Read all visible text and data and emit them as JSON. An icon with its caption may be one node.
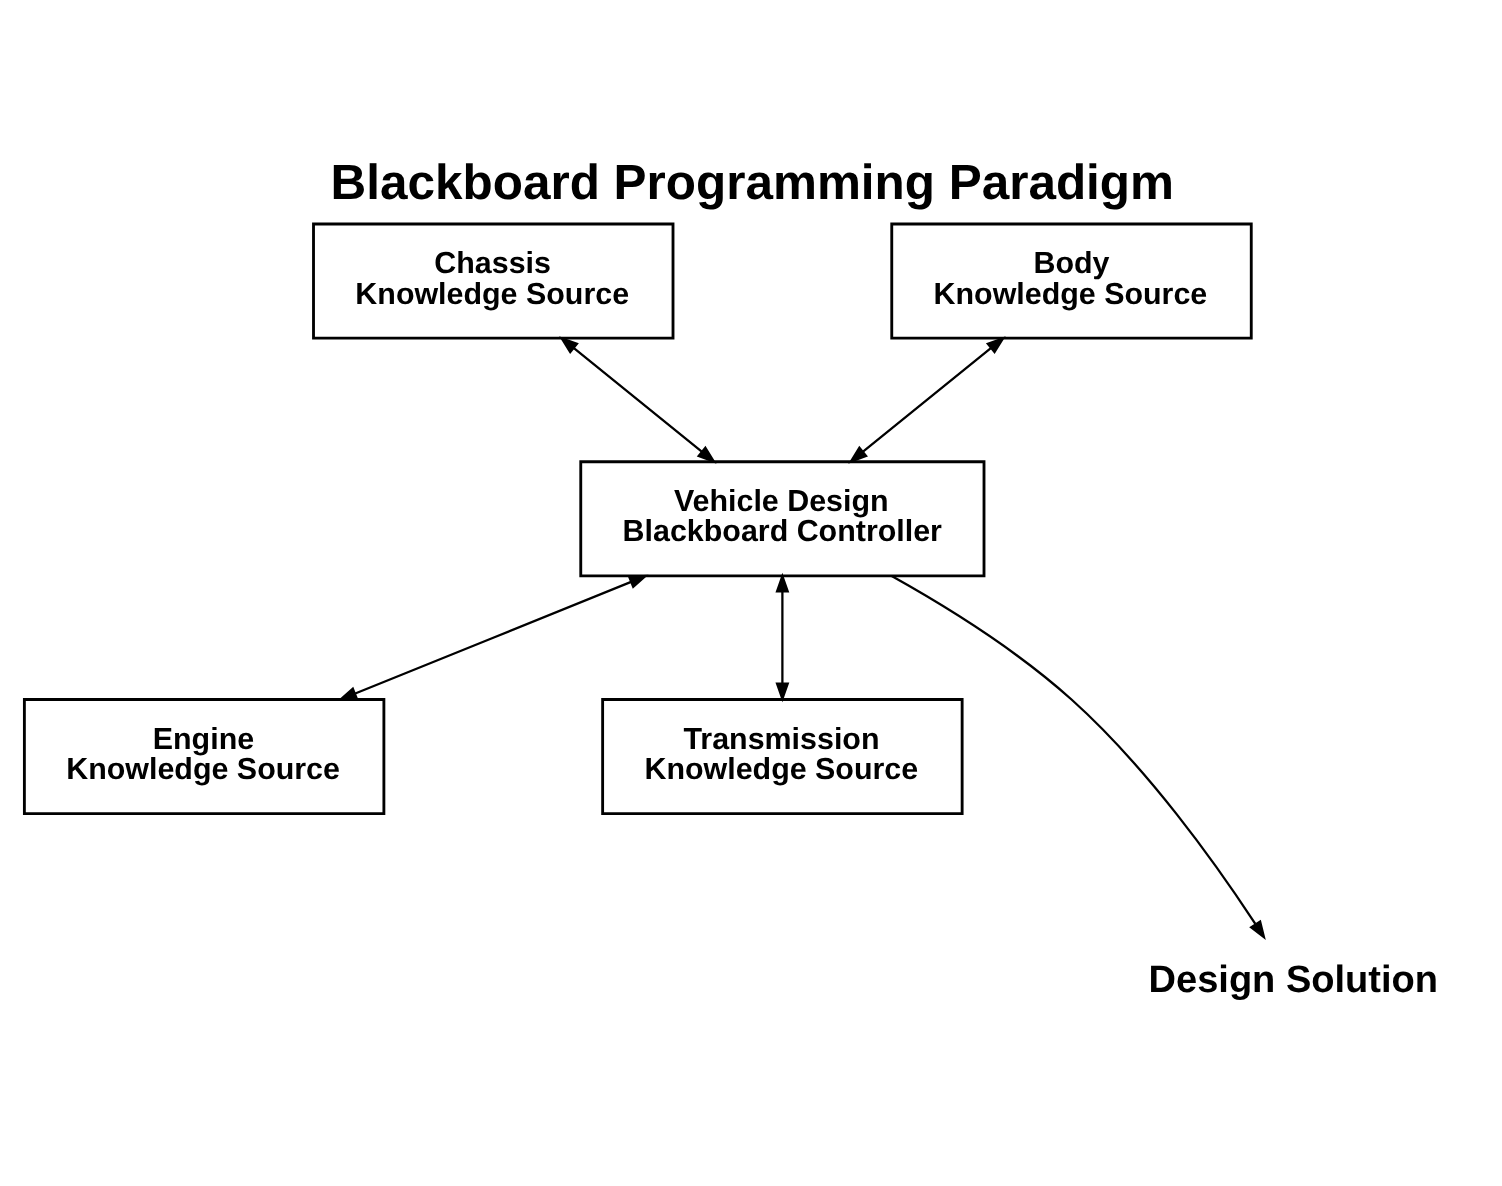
{
  "diagram": {
    "title": "Blackboard Programming Paradigm",
    "nodes": [
      {
        "text": [
          "Chassis Knowledge Source"
        ]
      },
      {
        "text": [
          "Body Knowledge Source"
        ]
      },
      {
        "text": [
          "Vehicle Design Blackboard Controller"
        ]
      },
      {
        "text": [
          "Engine Knowledge Source"
        ]
      },
      {
        "text": [
          "Transmission Knowledge Source"
        ]
      },
      {
        "text": [
          "Design Solution"
        ]
      }
    ],
    "edges": [
      {
        "from": 0,
        "to": 2,
        "arrow": "both"
      },
      {
        "from": 1,
        "to": 2,
        "arrow": "both"
      },
      {
        "from": 2,
        "to": 3,
        "arrow": "both"
      },
      {
        "from": 2,
        "to": 4,
        "arrow": "both"
      },
      {
        "from": 2,
        "to": 5,
        "arrow": "to"
      }
    ]
  }
}
